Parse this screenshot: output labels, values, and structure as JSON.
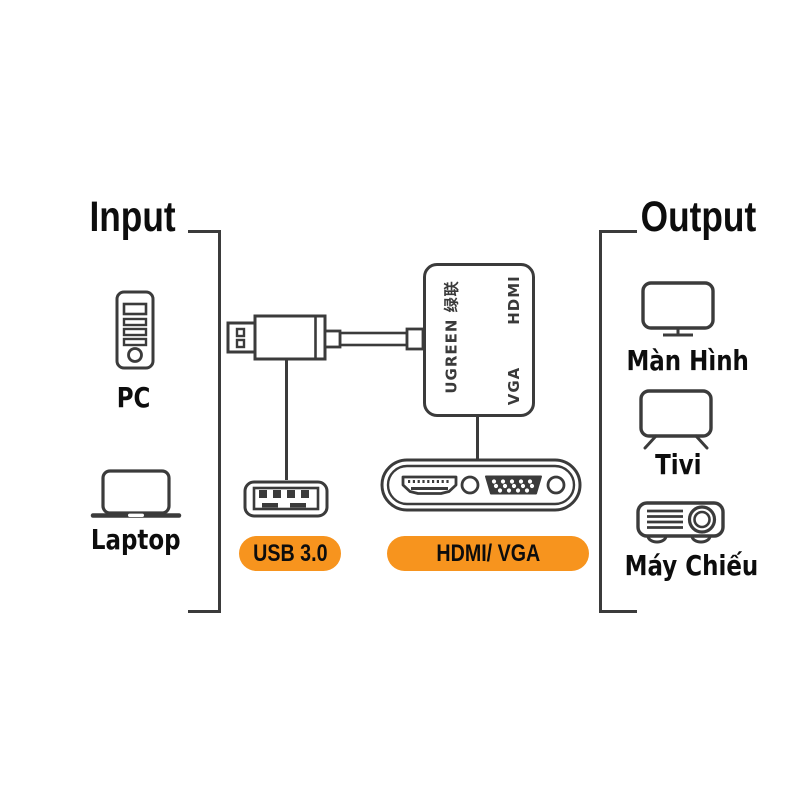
{
  "diagram": {
    "input": {
      "title": "Input",
      "items": [
        {
          "label": "PC",
          "icon": "desktop-tower-icon"
        },
        {
          "label": "Laptop",
          "icon": "laptop-icon"
        }
      ]
    },
    "output": {
      "title": "Output",
      "items": [
        {
          "label": "Màn Hình",
          "icon": "monitor-icon"
        },
        {
          "label": "Tivi",
          "icon": "tv-icon"
        },
        {
          "label": "Máy Chiếu",
          "icon": "projector-icon"
        }
      ]
    },
    "adapter": {
      "brand": "UGREEN 绿联",
      "port_top": "HDMI",
      "port_bottom": "VGA"
    },
    "badges": {
      "usb": "USB 3.0",
      "hdmi_vga": "HDMI/ VGA"
    },
    "colors": {
      "accent_orange": "#F7941E",
      "line_gray": "#3B3B3B",
      "text_black": "#0D0D0D"
    }
  }
}
